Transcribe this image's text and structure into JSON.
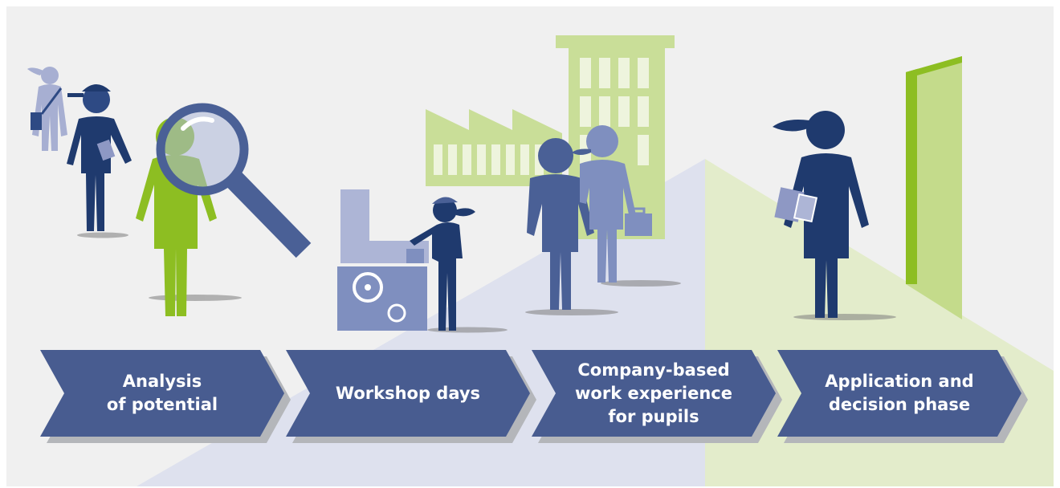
{
  "colors": {
    "navy": "#1F3A6E",
    "slate_blue": "#4A6096",
    "lilac": "#7F8FBF",
    "pale_lilac": "#ADB5D6",
    "lime": "#8DBE22",
    "pale_lime": "#C4DB8B",
    "light_grey": "#F0F0F0",
    "arrow": "#485C90"
  },
  "steps": [
    {
      "lines": [
        "Analysis",
        "of potential"
      ]
    },
    {
      "lines": [
        "Workshop days"
      ]
    },
    {
      "lines": [
        "Company-based",
        "work experience",
        "for pupils"
      ]
    },
    {
      "lines": [
        "Application and",
        "decision phase"
      ]
    }
  ]
}
